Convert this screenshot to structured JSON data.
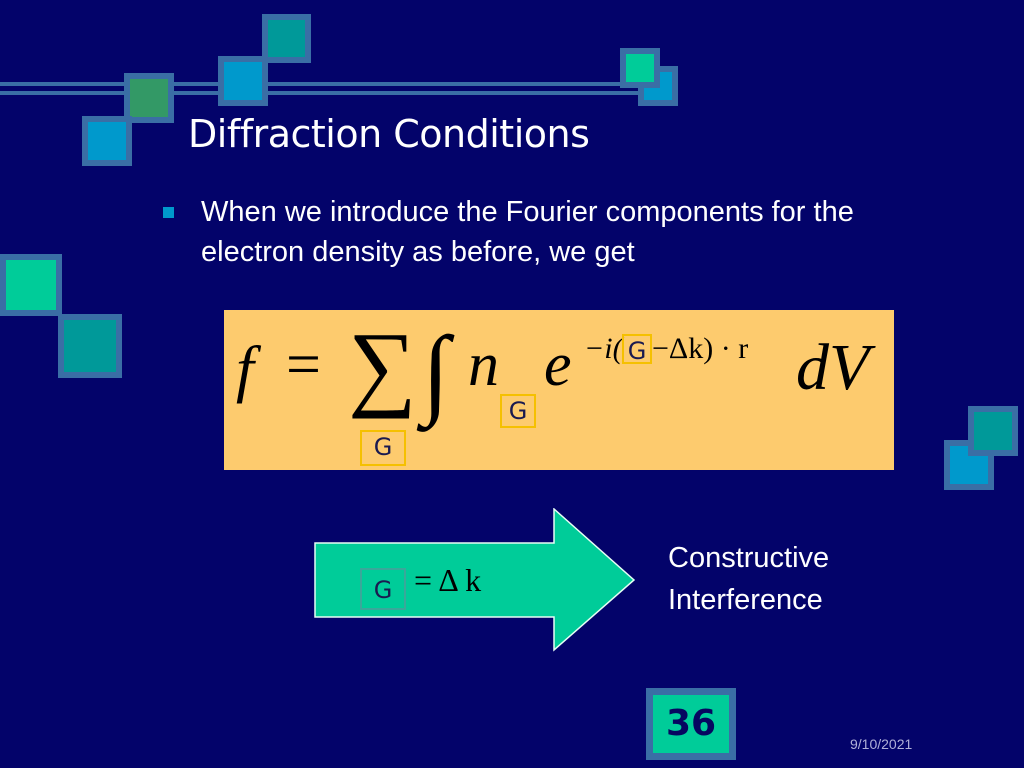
{
  "slide": {
    "title": "Diffraction Conditions",
    "bullet": "When we introduce the Fourier components for the electron density as before, we get",
    "formula": {
      "f": "f",
      "equals": "=",
      "sum": "∑",
      "integral": "∫",
      "n": "n",
      "e": "e",
      "exponent_prefix": "−i(",
      "exponent_mid": "−Δk) · r",
      "dV": "dV",
      "G_label": "G"
    },
    "condition": {
      "G_label": "G",
      "rhs": "= Δ k"
    },
    "result_line1": "Constructive",
    "result_line2": "Interference",
    "page_number": "36",
    "date": "9/10/2021"
  },
  "colors": {
    "background": "#03036a",
    "accent_green": "#00cc99",
    "accent_blue": "#0099cc",
    "formula_bg": "#fdcb6e"
  }
}
